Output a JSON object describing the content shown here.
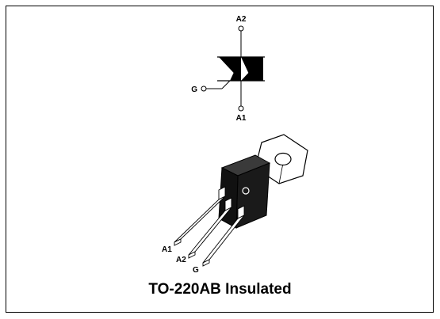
{
  "symbol": {
    "pin_a2": "A2",
    "pin_g": "G",
    "pin_a1": "A1"
  },
  "package": {
    "lead_a1": "A1",
    "lead_a2": "A2",
    "lead_g": "G",
    "caption": "TO-220AB Insulated"
  },
  "colors": {
    "outline": "#000000",
    "body": "#1a1a1a",
    "tab": "#ffffff"
  }
}
